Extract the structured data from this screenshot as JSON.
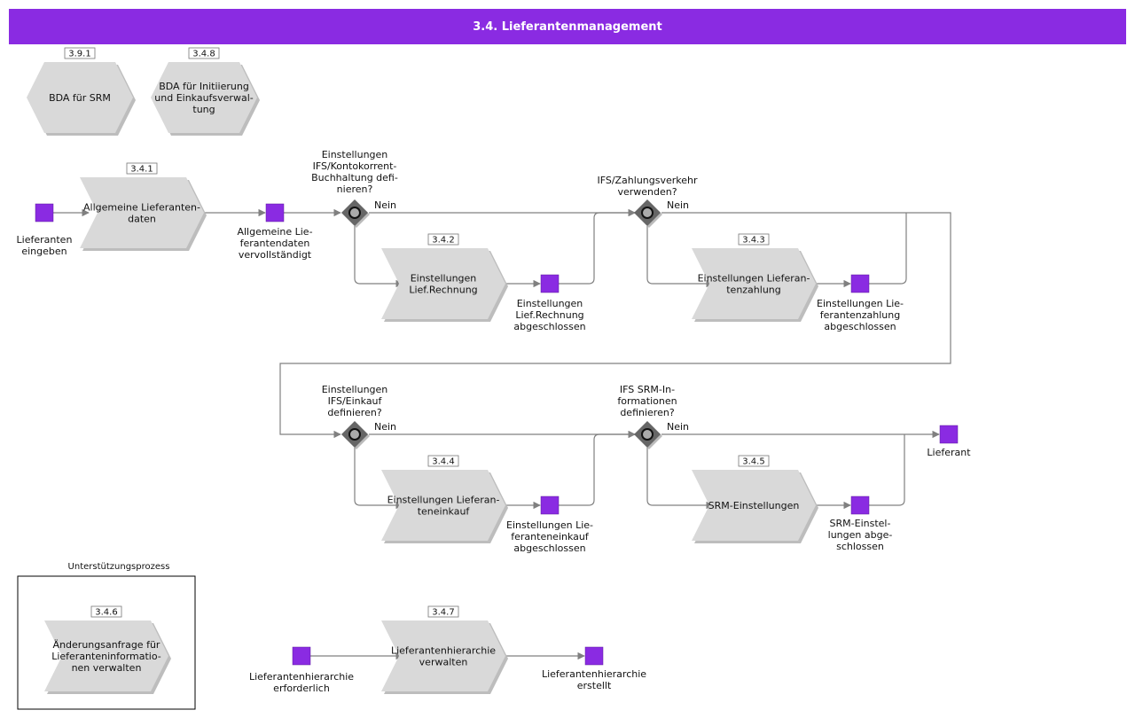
{
  "header": {
    "title": "3.4. Lieferantenmanagement"
  },
  "colors": {
    "header": "#8a2be2",
    "event": "#8a2be2",
    "process": "#d9d9d9",
    "gateway": "#666666"
  },
  "group": {
    "label": "Unterstützungsprozess"
  },
  "hexagons": [
    {
      "id": "bda-srm",
      "tag": "3.9.1",
      "lines": [
        "BDA für SRM"
      ]
    },
    {
      "id": "bda-einkauf",
      "tag": "3.4.8",
      "lines": [
        "BDA für Initiierung",
        "und Einkaufsverwal-",
        "tung"
      ]
    }
  ],
  "processes": [
    {
      "id": "p341",
      "tag": "3.4.1",
      "lines": [
        "Allgemeine Lieferanten-",
        "daten"
      ]
    },
    {
      "id": "p342",
      "tag": "3.4.2",
      "lines": [
        "Einstellungen",
        "Lief.Rechnung"
      ]
    },
    {
      "id": "p343",
      "tag": "3.4.3",
      "lines": [
        "Einstellungen Lieferan-",
        "tenzahlung"
      ]
    },
    {
      "id": "p344",
      "tag": "3.4.4",
      "lines": [
        "Einstellungen Lieferan-",
        "teneinkauf"
      ]
    },
    {
      "id": "p345",
      "tag": "3.4.5",
      "lines": [
        "SRM-Einstellungen"
      ]
    },
    {
      "id": "p346",
      "tag": "3.4.6",
      "lines": [
        "Änderungsanfrage für",
        "Lieferanteninformatio-",
        "nen verwalten"
      ]
    },
    {
      "id": "p347",
      "tag": "3.4.7",
      "lines": [
        "Lieferantenhierarchie",
        "verwalten"
      ]
    }
  ],
  "events": [
    {
      "id": "e-start",
      "lines": [
        "Lieferanten",
        "eingeben"
      ]
    },
    {
      "id": "e-allg",
      "lines": [
        "Allgemeine Lie-",
        "ferantendaten",
        "vervollständigt"
      ]
    },
    {
      "id": "e-rech",
      "lines": [
        "Einstellungen",
        "Lief.Rechnung",
        "abgeschlossen"
      ]
    },
    {
      "id": "e-zahl",
      "lines": [
        "Einstellungen Lie-",
        "ferantenzahlung",
        "abgeschlossen"
      ]
    },
    {
      "id": "e-eink",
      "lines": [
        "Einstellungen Lie-",
        "feranteneinkauf",
        "abgeschlossen"
      ]
    },
    {
      "id": "e-srm",
      "lines": [
        "SRM-Einstel-",
        "lungen abge-",
        "schlossen"
      ]
    },
    {
      "id": "e-lief",
      "lines": [
        "Lieferant"
      ]
    },
    {
      "id": "e-hier-start",
      "lines": [
        "Lieferantenhierarchie",
        "erforderlich"
      ]
    },
    {
      "id": "e-hier-end",
      "lines": [
        "Lieferantenhierarchie",
        "erstellt"
      ]
    }
  ],
  "gateways": [
    {
      "id": "g1",
      "question": [
        "Einstellungen",
        "IFS/Kontokorrent-",
        "Buchhaltung defi-",
        "nieren?"
      ],
      "no_label": "Nein"
    },
    {
      "id": "g2",
      "question": [
        "IFS/Zahlungsverkehr",
        "verwenden?"
      ],
      "no_label": "Nein"
    },
    {
      "id": "g3",
      "question": [
        "Einstellungen",
        "IFS/Einkauf",
        "definieren?"
      ],
      "no_label": "Nein"
    },
    {
      "id": "g4",
      "question": [
        "IFS SRM-In-",
        "formationen",
        "definieren?"
      ],
      "no_label": "Nein"
    }
  ]
}
